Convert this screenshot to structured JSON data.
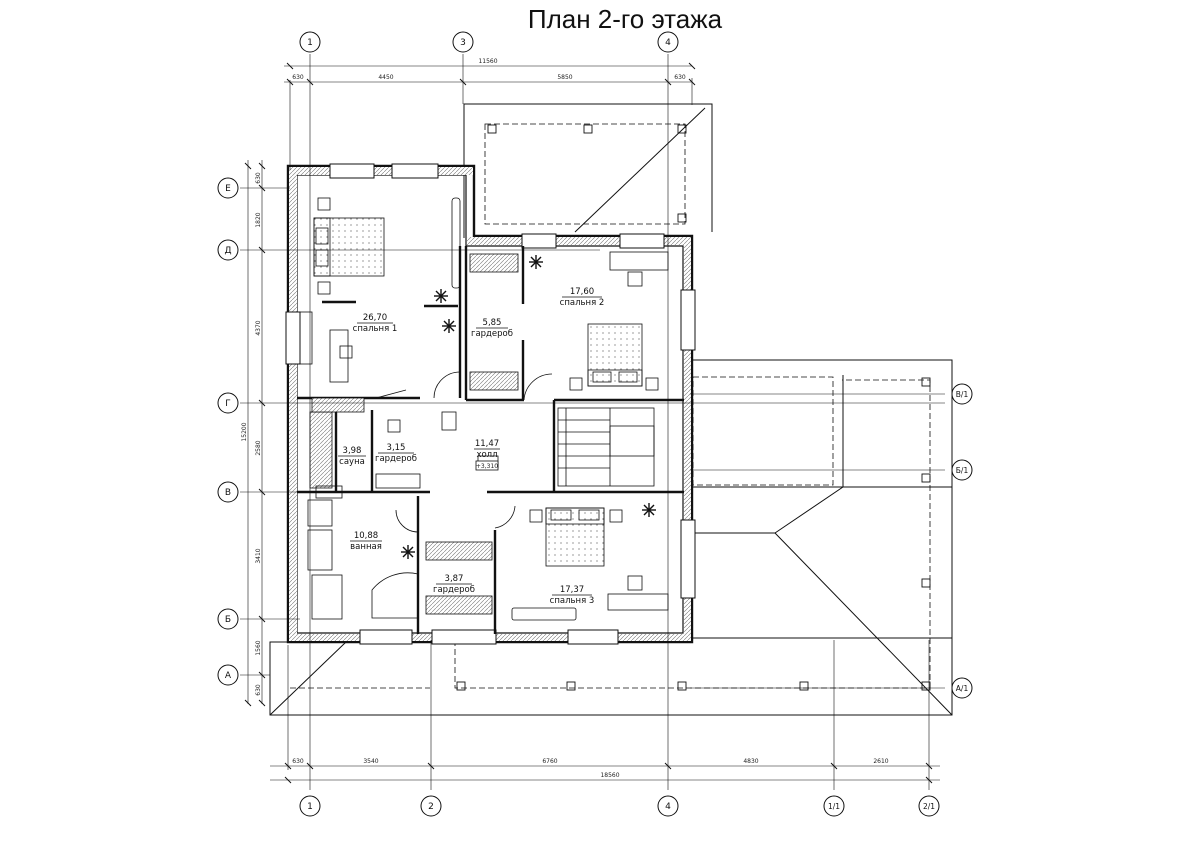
{
  "title": "План 2-го этажа",
  "axes": {
    "top": [
      "1",
      "3",
      "4"
    ],
    "bottom": [
      "1",
      "2",
      "4",
      "1/1",
      "2/1"
    ],
    "left": [
      "Е",
      "Д",
      "Г",
      "В",
      "Б",
      "А"
    ],
    "right": [
      "В/1",
      "Б/1",
      "А/1"
    ]
  },
  "dimensions": {
    "top_overall": "11560",
    "top_segments": [
      "630",
      "4450",
      "5850",
      "630"
    ],
    "bottom_overall": "18560",
    "bottom_segments": [
      "630",
      "3540",
      "6760",
      "4830",
      "2610"
    ],
    "left_overall": "15200",
    "left_segments": [
      "630",
      "1820",
      "4370",
      "2580",
      "3410",
      "1560",
      "630"
    ]
  },
  "rooms": [
    {
      "area": "26,70",
      "name": "спальня 1"
    },
    {
      "area": "5,85",
      "name": "гардероб"
    },
    {
      "area": "17,60",
      "name": "спальня 2"
    },
    {
      "area": "3,98",
      "name": "сауна"
    },
    {
      "area": "3,15",
      "name": "гардероб"
    },
    {
      "area": "11,47",
      "name": "холл"
    },
    {
      "area": "10,88",
      "name": "ванная"
    },
    {
      "area": "3,87",
      "name": "гардероб"
    },
    {
      "area": "17,37",
      "name": "спальня 3"
    }
  ],
  "level_mark": "+3,310"
}
